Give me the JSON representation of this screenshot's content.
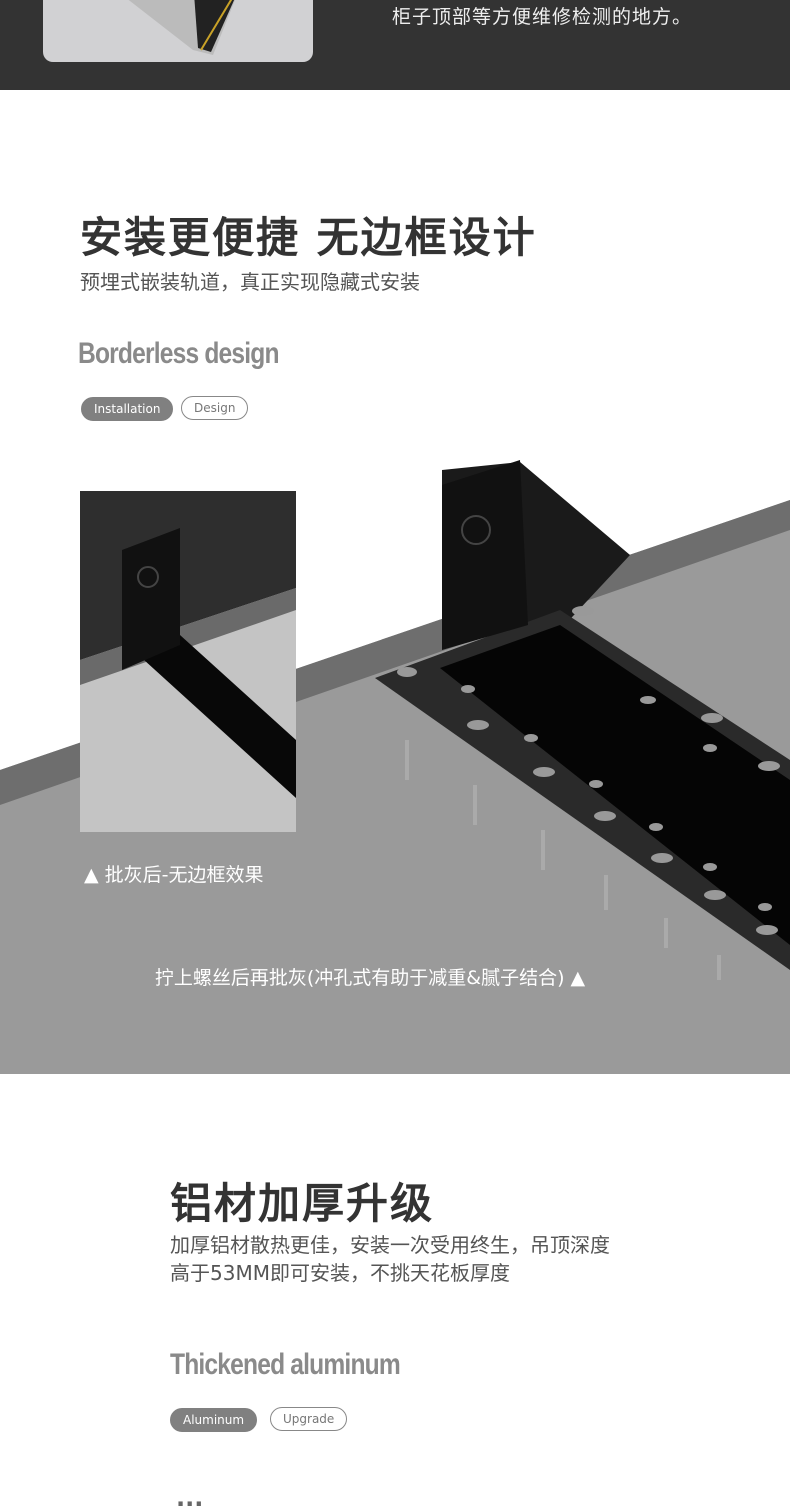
{
  "top": {
    "text": "柜子顶部等方便维修检测的地方。"
  },
  "section1": {
    "title": "安装更便捷 无边框设计",
    "subtitle": "预埋式嵌装轨道，真正实现隐藏式安装",
    "english": "Borderless design",
    "tags": [
      "Installation",
      "Design"
    ],
    "caption_inset": "▲ 批灰后-无边框效果",
    "caption_main": "拧上螺丝后再批灰(冲孔式有助于减重&腻子结合) ▲"
  },
  "section2": {
    "title": "铝材加厚升级",
    "lines": [
      "加厚铝材散热更佳，安装一次受用终生，吊顶深度",
      "高于53MM即可安装，不挑天花板厚度"
    ],
    "english": "Thickened aluminum",
    "tags": [
      "Aluminum",
      "Upgrade"
    ],
    "more": "..."
  },
  "colors": {
    "dark": "#333333",
    "tag_fill": "#808080",
    "scene_gray": "#9a9a9a"
  }
}
